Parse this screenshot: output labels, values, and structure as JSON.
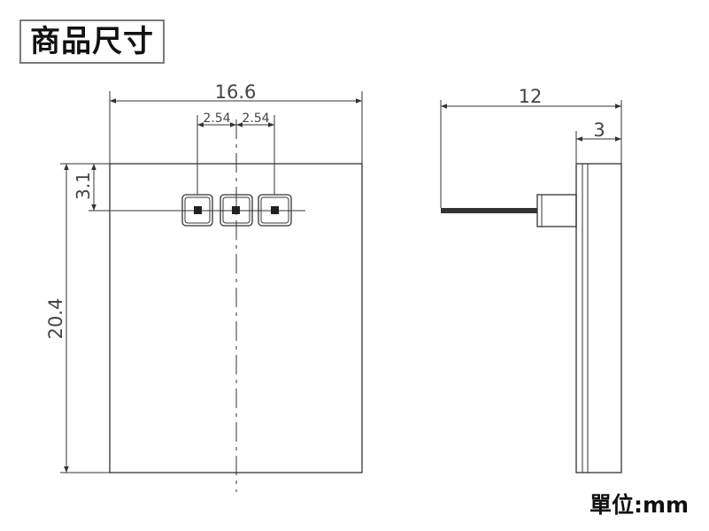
{
  "title": "商品尺寸",
  "unit_label": "單位:mm",
  "front_view": {
    "width_label": "16.6",
    "height_label": "20.4",
    "pin_offset_label": "3.1",
    "pitch_label_1": "2.54",
    "pitch_label_2": "2.54"
  },
  "side_view": {
    "total_length_label": "12",
    "thickness_label": "3"
  },
  "colors": {
    "line": "#333333",
    "text": "#444444",
    "title_border": "#7a7a7a"
  }
}
